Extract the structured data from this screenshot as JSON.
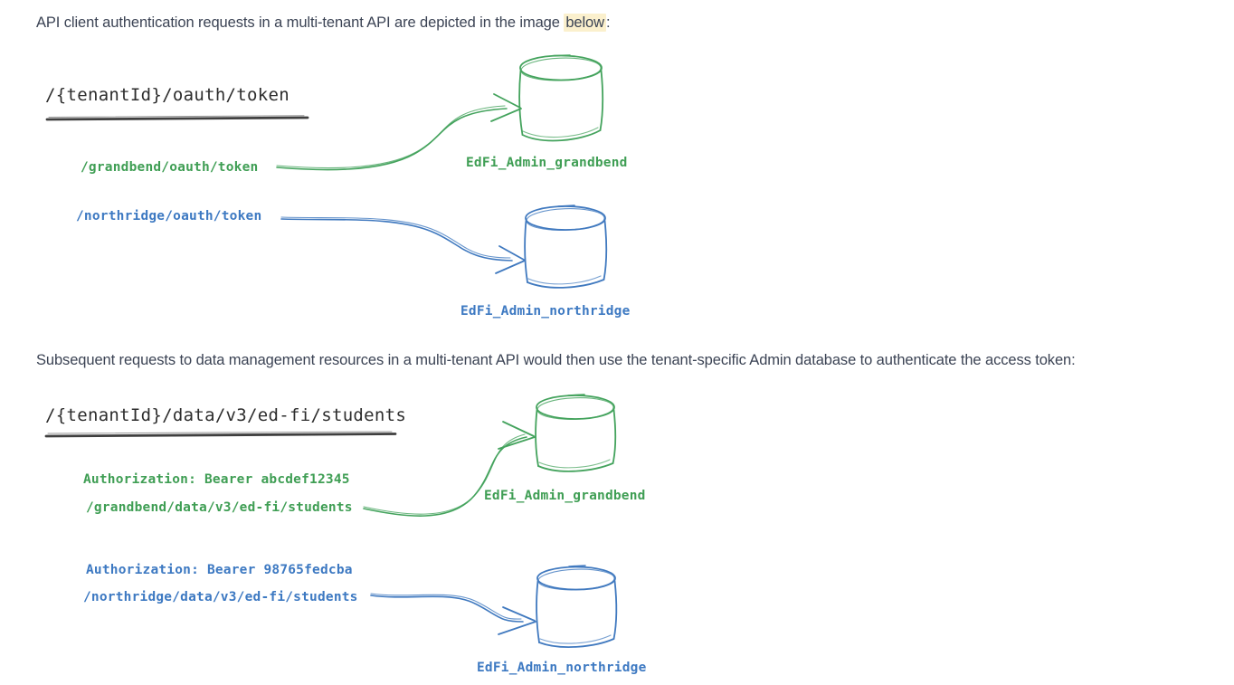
{
  "colors": {
    "green": "#3f9e54",
    "blue": "#3d79c2",
    "ink": "#2d2d2d",
    "body_text": "#3b4354",
    "highlight": "#fbf0cd"
  },
  "intro": {
    "text_before": "API client authentication requests in a multi-tenant API are depicted in the image ",
    "highlighted": "below",
    "text_after": ":"
  },
  "diagram1": {
    "endpoint": "/{tenantId}/oauth/token",
    "grandbend": {
      "request": "/grandbend/oauth/token",
      "database": "EdFi_Admin_grandbend"
    },
    "northridge": {
      "request": "/northridge/oauth/token",
      "database": "EdFi_Admin_northridge"
    }
  },
  "middle_paragraph": "Subsequent requests to data management resources in a multi-tenant API would then use the tenant-specific Admin database to authenticate the access token:",
  "diagram2": {
    "endpoint": "/{tenantId}/data/v3/ed-fi/students",
    "grandbend": {
      "auth_header": "Authorization: Bearer abcdef12345",
      "request": "/grandbend/data/v3/ed-fi/students",
      "database": "EdFi_Admin_grandbend"
    },
    "northridge": {
      "auth_header": "Authorization: Bearer 98765fedcba",
      "request": "/northridge/data/v3/ed-fi/students",
      "database": "EdFi_Admin_northridge"
    }
  }
}
